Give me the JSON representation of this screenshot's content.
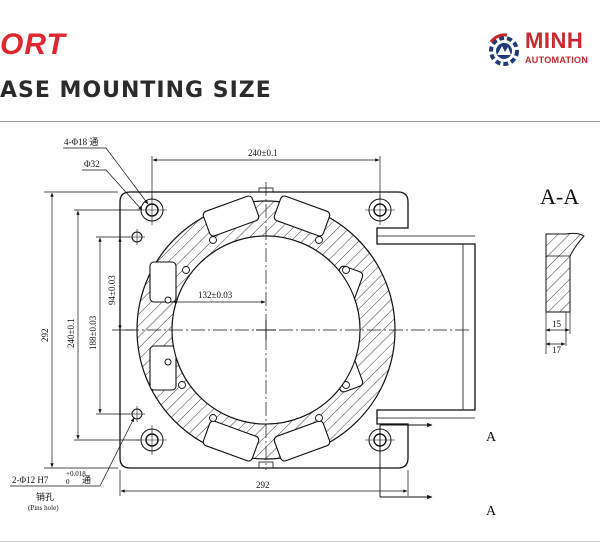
{
  "header": {
    "brand_fragment": "ORT",
    "title": "ASE MOUNTING SIZE"
  },
  "logo": {
    "word": "MINH",
    "sub": "AUTOMATION",
    "color": "#c8282e"
  },
  "drawing": {
    "dim_top_width": "240±0.1",
    "dim_bottom_width": "292",
    "dim_left_height": "292",
    "dim_left_inner": "240±0.1",
    "dim_188": "188±0.03",
    "dim_94": "94±0.03",
    "dim_132": "132±0.03",
    "callout_holes": "4-Φ18 通",
    "callout_phi32": "Φ32",
    "callout_pins": "2-Φ12 H7",
    "callout_pins_tol_upper": "+0.018",
    "callout_pins_tol_lower": "0",
    "callout_pins_suffix": "通",
    "pin_hole_cn": "销孔",
    "pin_hole_en": "(Pins hole)",
    "section_label": "A-A",
    "section_dim_15": "15",
    "section_dim_17": "17",
    "marker_a_upper": "A",
    "marker_a_lower": "A"
  }
}
